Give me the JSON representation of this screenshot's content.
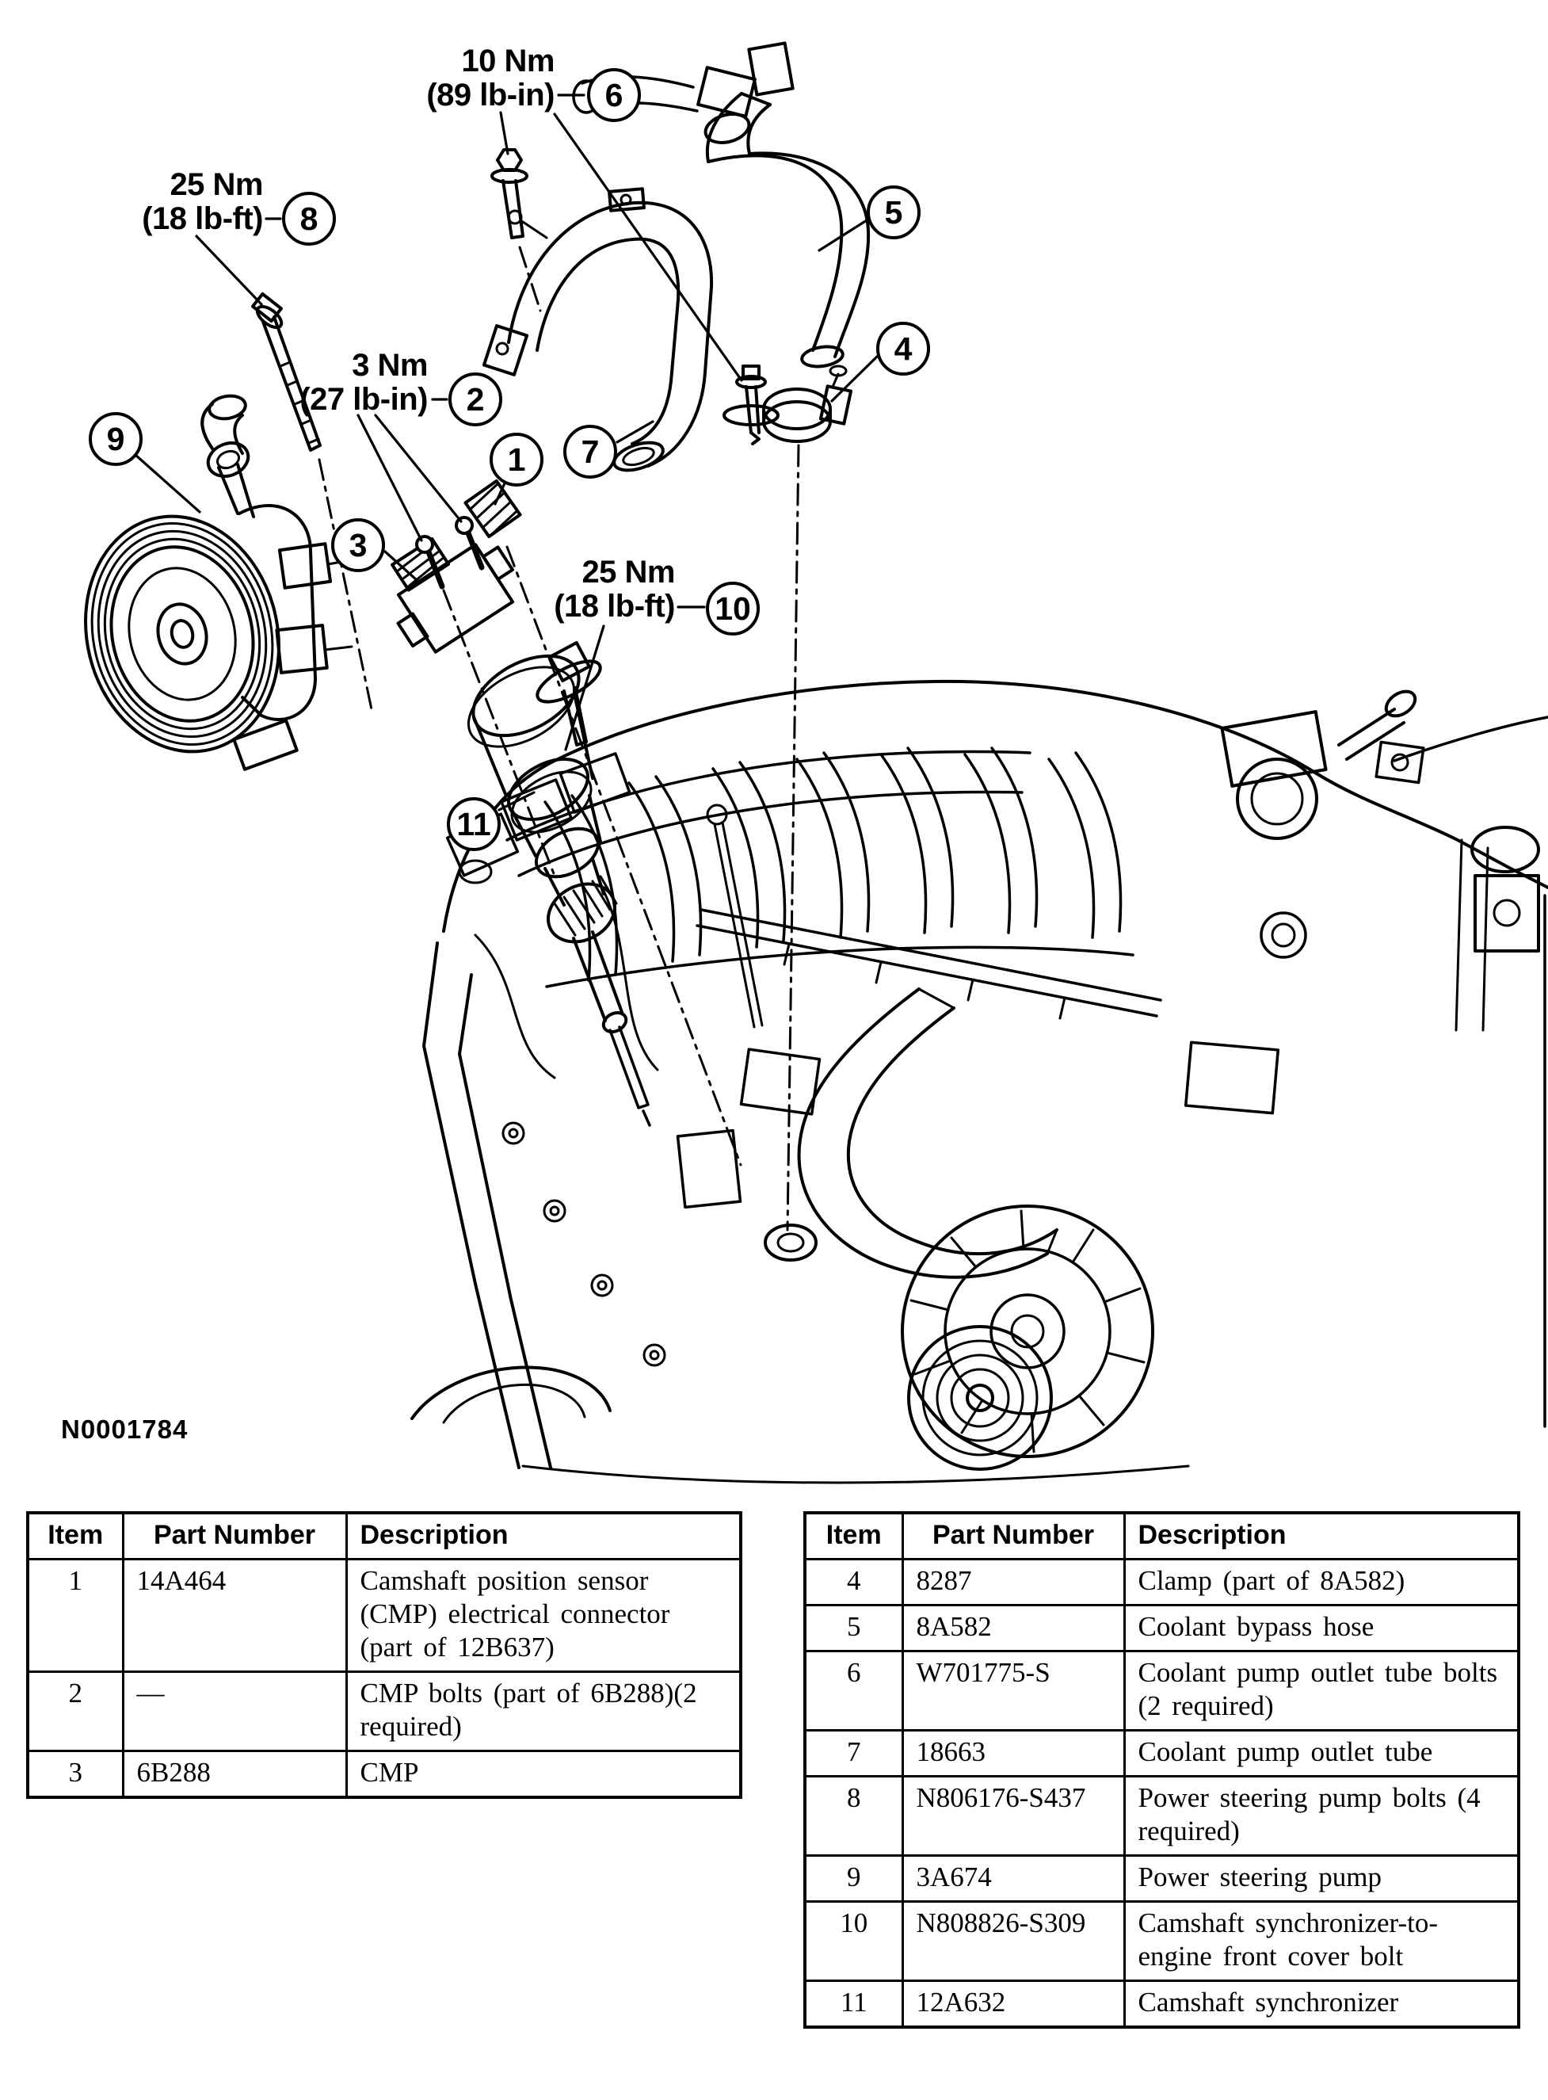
{
  "figure": {
    "id": "N0001784",
    "torque_labels": [
      {
        "nm": "10 Nm",
        "alt": "(89 lb-in)"
      },
      {
        "nm": "25 Nm",
        "alt": "(18 lb-ft)"
      },
      {
        "nm": "3 Nm",
        "alt": "(27 lb-in)"
      },
      {
        "nm": "25 Nm",
        "alt": "(18 lb-ft)"
      }
    ],
    "callouts": [
      "1",
      "2",
      "3",
      "4",
      "5",
      "6",
      "7",
      "8",
      "9",
      "10",
      "11"
    ]
  },
  "tables": {
    "left": {
      "headers": [
        "Item",
        "Part Number",
        "Description"
      ],
      "rows": [
        [
          "1",
          "14A464",
          "Camshaft position sensor (CMP) electrical connector (part of 12B637)"
        ],
        [
          "2",
          "—",
          "CMP bolts (part of 6B288)(2 required)"
        ],
        [
          "3",
          "6B288",
          "CMP"
        ]
      ]
    },
    "right": {
      "headers": [
        "Item",
        "Part Number",
        "Description"
      ],
      "rows": [
        [
          "4",
          "8287",
          "Clamp (part of 8A582)"
        ],
        [
          "5",
          "8A582",
          "Coolant bypass hose"
        ],
        [
          "6",
          "W701775-S",
          "Coolant pump outlet tube bolts (2 required)"
        ],
        [
          "7",
          "18663",
          "Coolant pump outlet tube"
        ],
        [
          "8",
          "N806176-S437",
          "Power steering pump bolts (4 required)"
        ],
        [
          "9",
          "3A674",
          "Power steering pump"
        ],
        [
          "10",
          "N808826-S309",
          "Camshaft synchronizer-to-engine front cover bolt"
        ],
        [
          "11",
          "12A632",
          "Camshaft synchronizer"
        ]
      ]
    }
  },
  "colors": {
    "ink": "#000000",
    "paper": "#ffffff"
  }
}
